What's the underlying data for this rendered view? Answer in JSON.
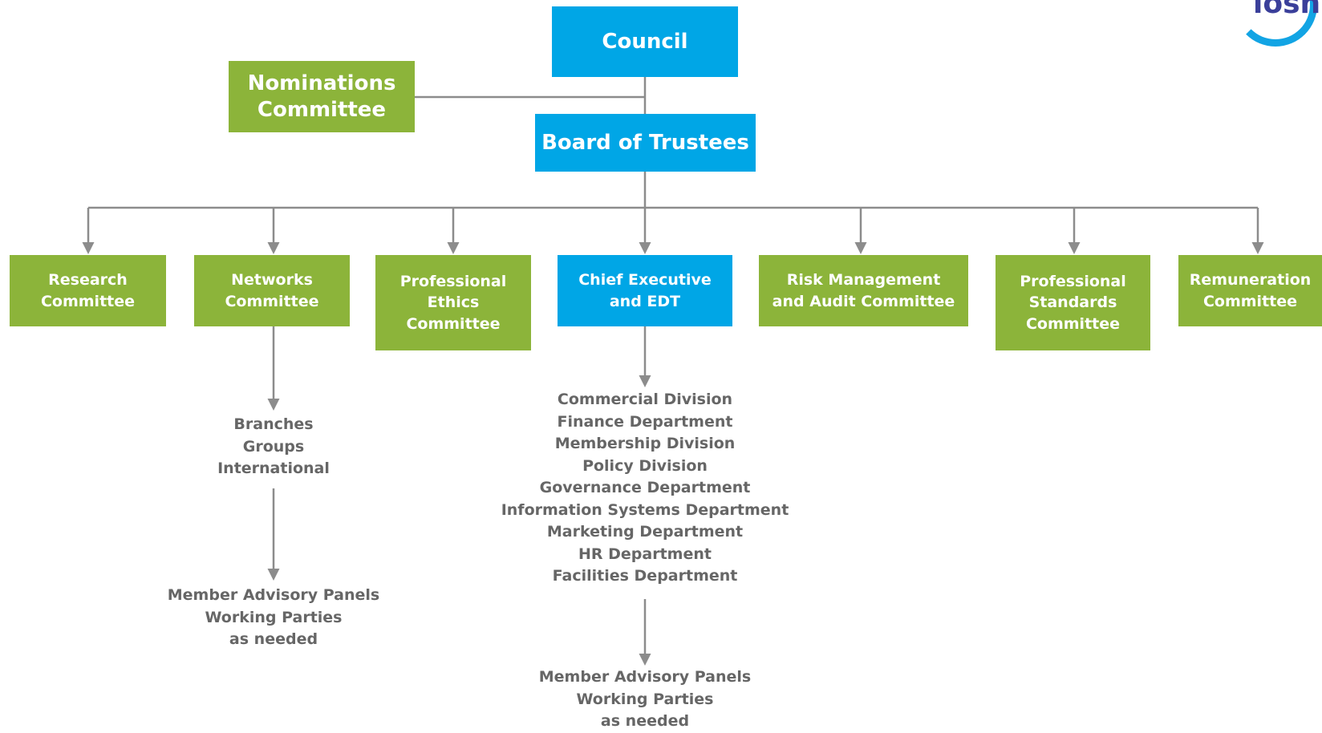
{
  "logo": {
    "text": "iosh",
    "colors": {
      "ring": "#12a4e4",
      "text": "#3a3f9a"
    }
  },
  "colors": {
    "blue": "#00a6e6",
    "green": "#8cb43a",
    "line": "#8c8c8c",
    "list_text": "#666666"
  },
  "nodes": {
    "council": "Council",
    "nominations": [
      "Nominations",
      "Committee"
    ],
    "board": "Board of Trustees",
    "research": [
      "Research",
      "Committee"
    ],
    "networks": [
      "Networks",
      "Committee"
    ],
    "professional_ethics": [
      "Professional",
      "Ethics",
      "Committee"
    ],
    "chief_executive": [
      "Chief Executive",
      "and EDT"
    ],
    "risk_management": [
      "Risk Management",
      "and Audit Committee"
    ],
    "professional_standards": [
      "Professional",
      "Standards",
      "Committee"
    ],
    "remuneration": [
      "Remuneration",
      "Committee"
    ]
  },
  "lists": {
    "networks_children": [
      "Branches",
      "Groups",
      "International"
    ],
    "networks_panels": [
      "Member Advisory Panels",
      "Working Parties",
      "as needed"
    ],
    "chief_executive_departments": [
      "Commercial Division",
      "Finance Department",
      "Membership Division",
      "Policy Division",
      "Governance Department",
      "Information Systems Department",
      "Marketing Department",
      "HR Department",
      "Facilities Department"
    ],
    "chief_executive_panels": [
      "Member Advisory Panels",
      "Working Parties",
      "as needed"
    ]
  }
}
